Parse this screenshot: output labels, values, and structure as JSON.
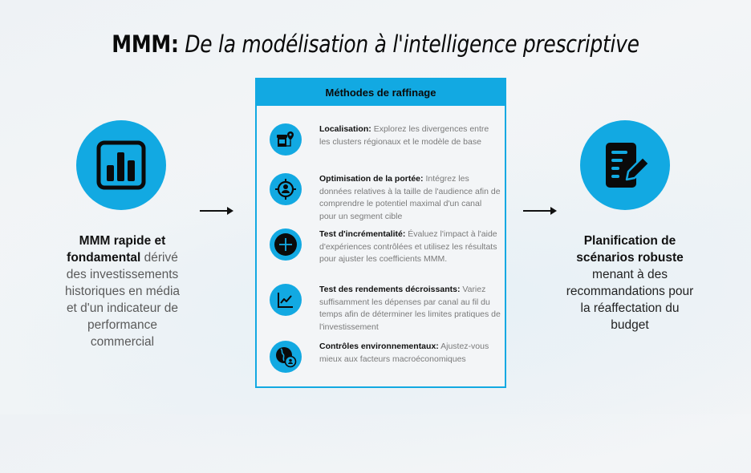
{
  "title": {
    "bold": "MMM:",
    "italic": "De la modélisation à l'intelligence prescriptive"
  },
  "left_stage": {
    "icon": "bar-chart-icon",
    "bold_text": "MMM rapide et fondamental",
    "text": "dérivé des investissements historiques en média et d'un indicateur de performance commercial"
  },
  "panel": {
    "header": "Méthodes de raffinage",
    "methods": [
      {
        "icon": "store-location-icon",
        "label": "Localisation:",
        "text": "Explorez les divergences entre les clusters régionaux et le modèle de base"
      },
      {
        "icon": "target-audience-icon",
        "label": "Optimisation de la portée:",
        "text": "Intégrez les données relatives à la taille de l'audience afin de comprendre le potentiel maximal d'un canal pour un segment cible"
      },
      {
        "icon": "plus-circle-icon",
        "label": "Test d'incrémentalité:",
        "text": "Évaluez l'impact à l'aide d'expériences contrôlées et utilisez les résultats pour ajuster les coefficients MMM."
      },
      {
        "icon": "line-chart-icon",
        "label": "Test des rendements décroissants:",
        "text": "Variez suffisamment les dépenses par canal au fil du temps afin de déterminer les limites pratiques de l'investissement"
      },
      {
        "icon": "globe-person-icon",
        "label": "Contrôles environnementaux:",
        "text": "Ajustez-vous mieux aux facteurs macroéconomiques"
      }
    ]
  },
  "right_stage": {
    "icon": "document-edit-icon",
    "bold_text": "Planification de scénarios robuste",
    "text": "menant à des recommandations pour la réaffectation du budget"
  },
  "colors": {
    "accent": "#12a9e2",
    "icon": "#0a0a0a",
    "background": "#f3f5f7"
  }
}
